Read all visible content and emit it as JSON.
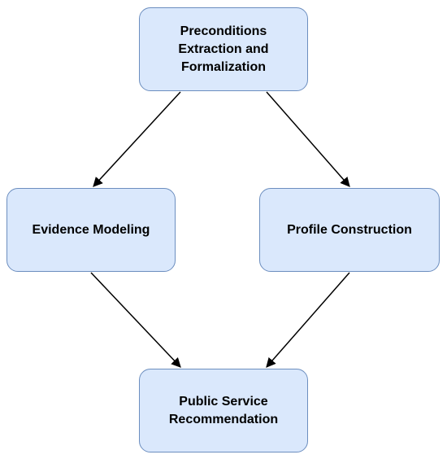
{
  "nodes": {
    "preconditions": {
      "label": "Preconditions\nExtraction and\nFormalization"
    },
    "evidence": {
      "label": "Evidence Modeling"
    },
    "profile": {
      "label": "Profile Construction"
    },
    "recommendation": {
      "label": "Public Service\nRecommendation"
    }
  },
  "edges": [
    {
      "from": "preconditions",
      "to": "evidence"
    },
    {
      "from": "preconditions",
      "to": "profile"
    },
    {
      "from": "evidence",
      "to": "recommendation"
    },
    {
      "from": "profile",
      "to": "recommendation"
    }
  ],
  "colors": {
    "node_fill": "#dae8fc",
    "node_border": "#6c8ebf",
    "arrow": "#000000"
  }
}
